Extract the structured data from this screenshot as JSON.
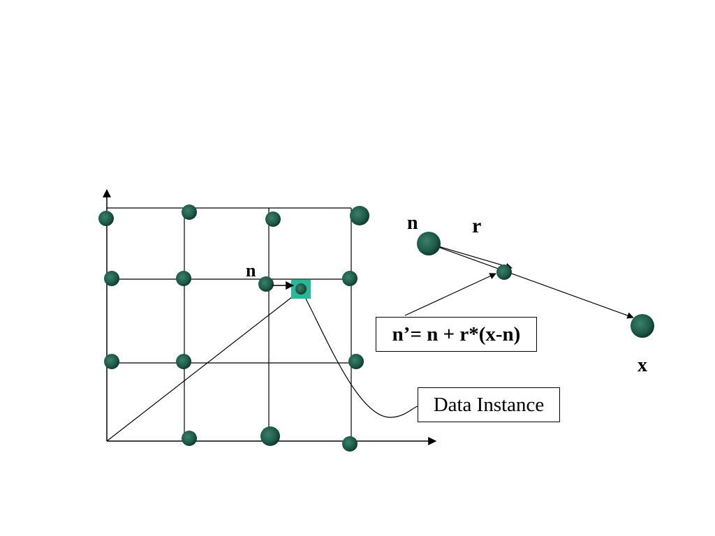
{
  "labels": {
    "n_grid": "n",
    "n_right": "n",
    "r": "r",
    "x": "x"
  },
  "formula": "n’= n + r*(x-n)",
  "data_instance": "Data Instance",
  "colors": {
    "node_fill": "#1d5a48",
    "node_dark": "#0f3a2c",
    "instance_fill": "#27b89a",
    "line": "#000000"
  }
}
